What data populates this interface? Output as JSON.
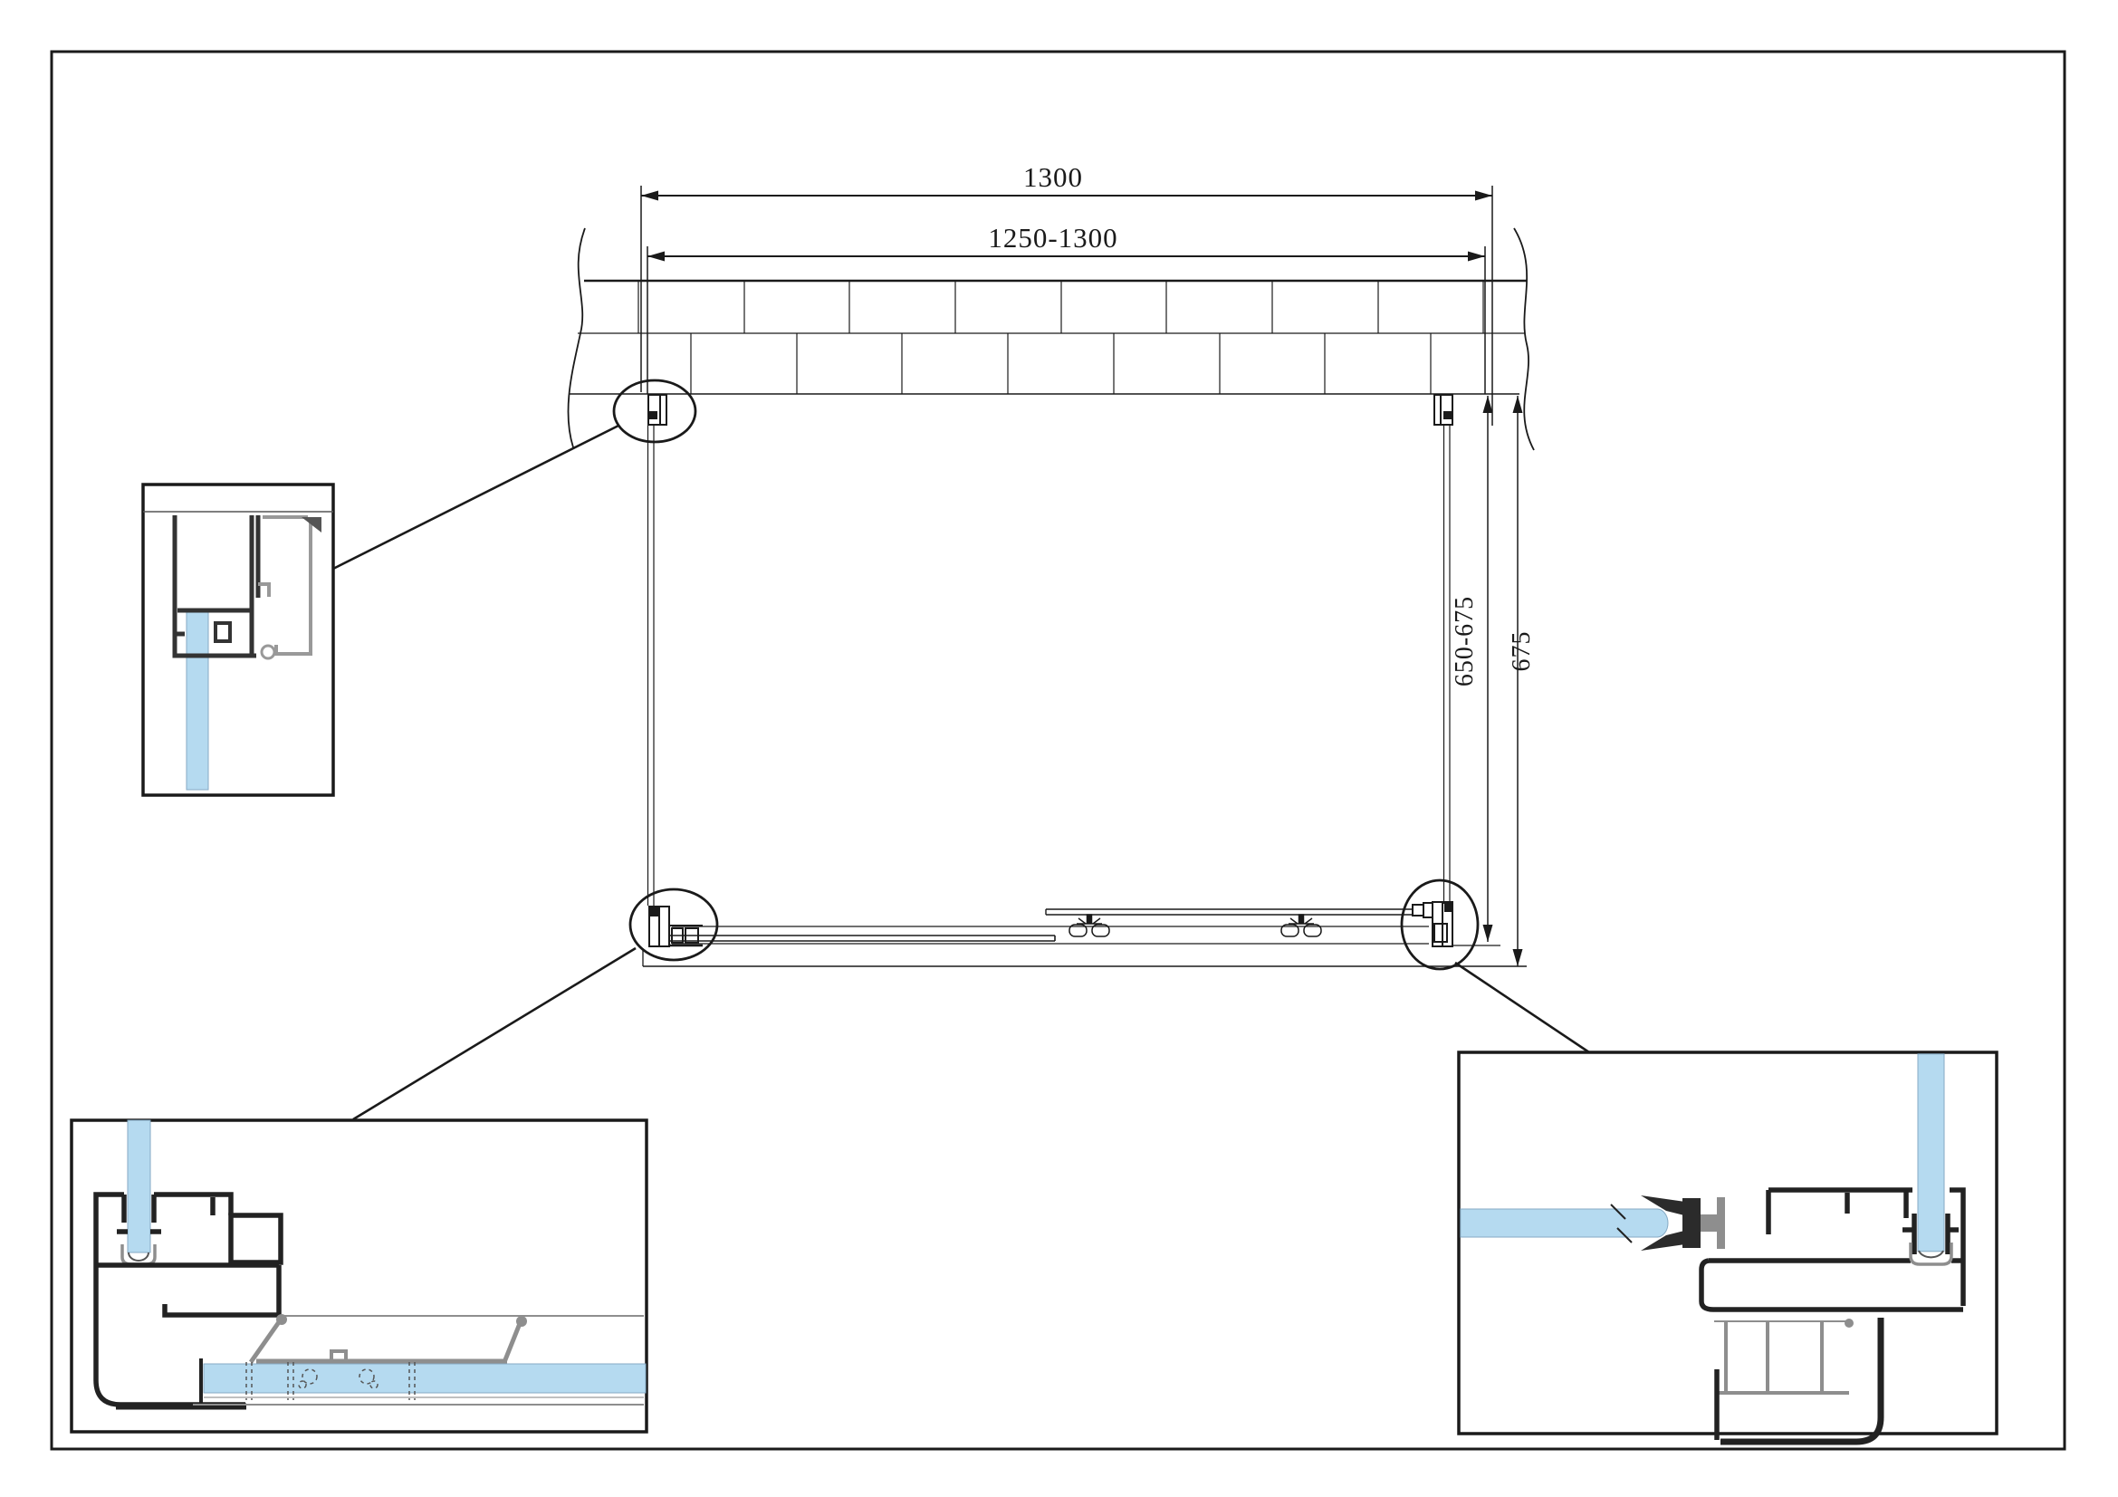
{
  "sheet": {
    "type": "technical-installation-drawing",
    "border_color": "#1a1a1a",
    "background": "#ffffff"
  },
  "dimensions": {
    "top_width_max": "1300",
    "top_width_range": "1250-1300",
    "side_depth_range": "650-675",
    "side_depth_max": "675"
  },
  "colors": {
    "glass": "#b5daf0",
    "glass_edge": "#86aac4",
    "profile_dark": "#2b2b2b",
    "profile_gray": "#8e8e8e",
    "line": "#1a1a1a"
  }
}
